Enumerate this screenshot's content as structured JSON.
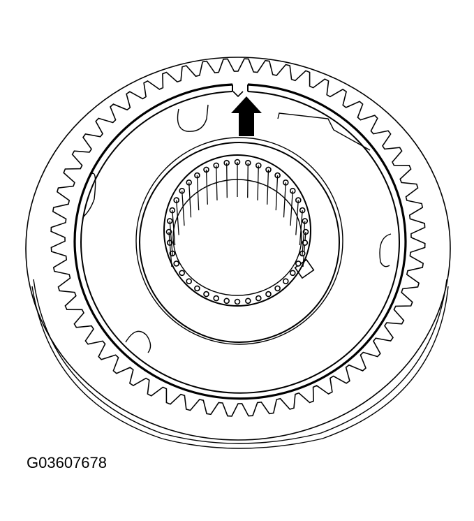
{
  "figure": {
    "caption_code": "G03607678",
    "subject": "synchronizer hub and sleeve assembly with snap ring",
    "annotation": "arrow pointing to snap ring gap",
    "colors": {
      "line": "#000000",
      "background": "#ffffff"
    }
  }
}
